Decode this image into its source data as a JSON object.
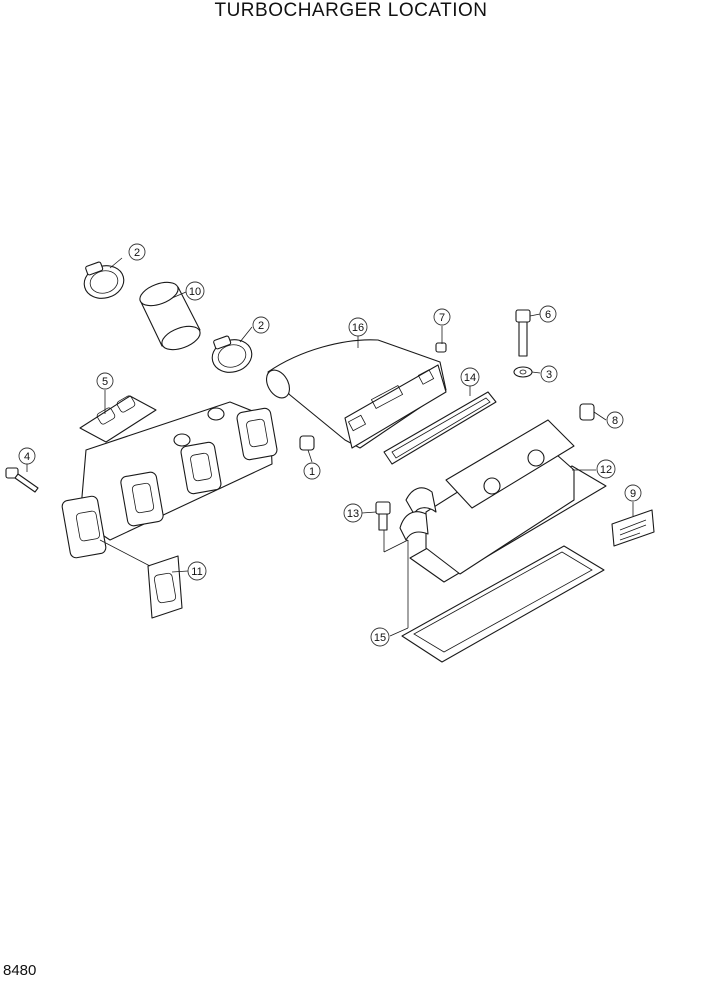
{
  "title": "TURBOCHARGER LOCATION",
  "page_code": "8480",
  "callouts": [
    {
      "id": "c1",
      "label": "1"
    },
    {
      "id": "c2a",
      "label": "2"
    },
    {
      "id": "c2b",
      "label": "2"
    },
    {
      "id": "c3",
      "label": "3"
    },
    {
      "id": "c4",
      "label": "4"
    },
    {
      "id": "c5",
      "label": "5"
    },
    {
      "id": "c6",
      "label": "6"
    },
    {
      "id": "c7",
      "label": "7"
    },
    {
      "id": "c8",
      "label": "8"
    },
    {
      "id": "c9",
      "label": "9"
    },
    {
      "id": "c10",
      "label": "10"
    },
    {
      "id": "c11",
      "label": "11"
    },
    {
      "id": "c12",
      "label": "12"
    },
    {
      "id": "c13",
      "label": "13"
    },
    {
      "id": "c14",
      "label": "14"
    },
    {
      "id": "c15",
      "label": "15"
    },
    {
      "id": "c16",
      "label": "16"
    }
  ]
}
